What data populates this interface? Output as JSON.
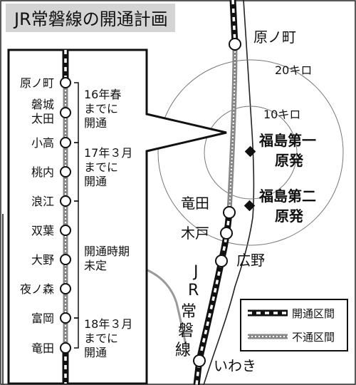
{
  "title": "JR常磐線の開通計画",
  "colors": {
    "line": "#111111",
    "grey_line": "#9a9a9a",
    "title_bg": "#d4d4d4",
    "ring": "#777777",
    "coast": "#222222"
  },
  "map": {
    "stations": [
      {
        "name": "原ノ町"
      },
      {
        "name": "竜田"
      },
      {
        "name": "木戸"
      },
      {
        "name": "広野"
      },
      {
        "name": "いわき"
      }
    ],
    "rings": [
      {
        "label": "20キロ"
      },
      {
        "label": "10キロ"
      }
    ],
    "plants": [
      {
        "name_line1": "福島第一",
        "name_line2": "原発"
      },
      {
        "name_line1": "福島第二",
        "name_line2": "原発"
      }
    ],
    "line_label": [
      "J",
      "R",
      "常",
      "磐",
      "線"
    ]
  },
  "inset": {
    "stations": [
      {
        "name": "原ノ町"
      },
      {
        "name": "磐城\n太田"
      },
      {
        "name": "小高"
      },
      {
        "name": "桃内"
      },
      {
        "name": "浪江"
      },
      {
        "name": "双葉"
      },
      {
        "name": "大野"
      },
      {
        "name": "夜ノ森"
      },
      {
        "name": "富岡"
      },
      {
        "name": "竜田"
      }
    ],
    "notes": [
      {
        "lines": [
          "16年春",
          "までに",
          "開通"
        ]
      },
      {
        "lines": [
          "17年３月",
          "までに",
          "開通"
        ]
      },
      {
        "lines": [
          "開通時期",
          "未定"
        ]
      },
      {
        "lines": [
          "18年３月",
          "までに",
          "開通"
        ]
      }
    ]
  },
  "legend": [
    {
      "label": "開通区間",
      "style": "open"
    },
    {
      "label": "不通区間",
      "style": "closed"
    }
  ]
}
